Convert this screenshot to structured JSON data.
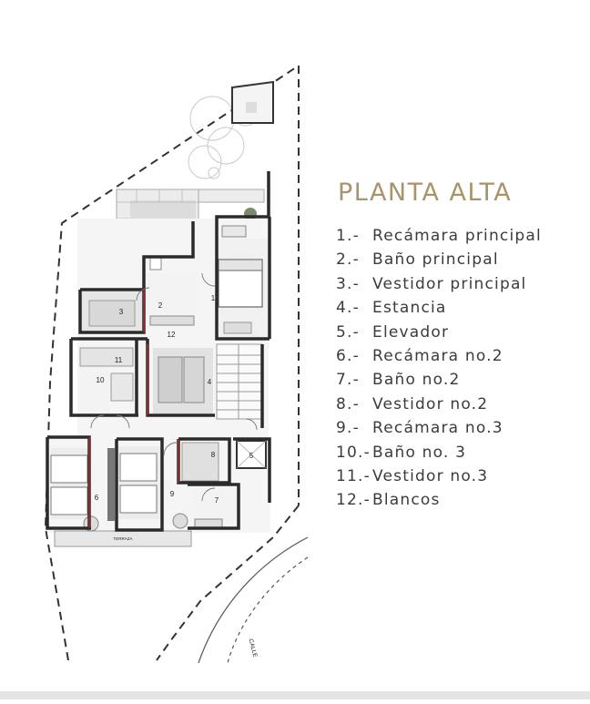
{
  "title": "PLANTA ALTA",
  "legend": [
    {
      "num": "1.-",
      "label": "Recámara principal"
    },
    {
      "num": "2.-",
      "label": "Baño principal"
    },
    {
      "num": "3.-",
      "label": "Vestidor principal"
    },
    {
      "num": "4.-",
      "label": "Estancia"
    },
    {
      "num": "5.-",
      "label": "Elevador"
    },
    {
      "num": "6.-",
      "label": "Recámara no.2"
    },
    {
      "num": "7.-",
      "label": "Baño no.2"
    },
    {
      "num": "8.-",
      "label": "Vestidor no.2"
    },
    {
      "num": "9.-",
      "label": "Recámara no.3"
    },
    {
      "num": "10.-",
      "label": "Baño no. 3"
    },
    {
      "num": "11.-",
      "label": "Vestidor no.3"
    },
    {
      "num": "12.-",
      "label": "Blancos"
    }
  ],
  "plan_labels": {
    "room1": "1",
    "room2": "2",
    "room3": "3",
    "room4": "4",
    "room5": "5",
    "room6": "6",
    "room7": "7",
    "room8": "8",
    "room9": "9",
    "room10": "10",
    "room11": "11",
    "room12": "12",
    "terraza": "TERRAZA",
    "calle": "CALLE"
  },
  "colors": {
    "title": "#a9936b",
    "text": "#3b3b3b",
    "wall": "#2b2b2b",
    "wall_accent": "#8b2a2a",
    "floor": "#f3f3f3"
  }
}
